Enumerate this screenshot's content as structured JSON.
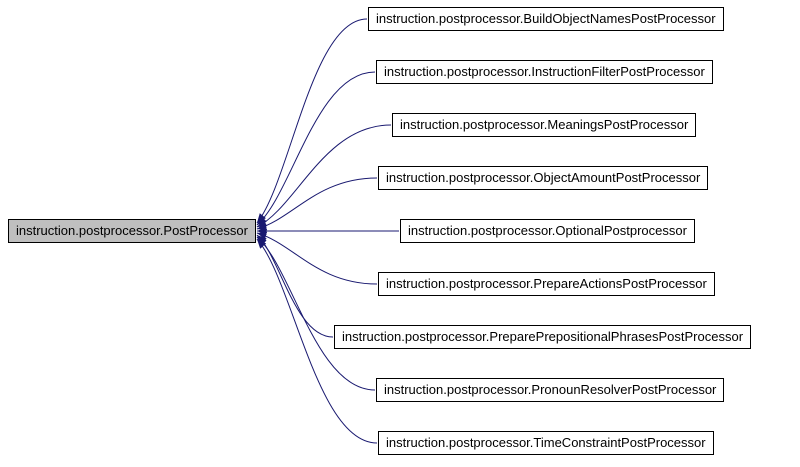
{
  "diagram": {
    "base": {
      "label": "instruction.postprocessor.PostProcessor"
    },
    "derived": [
      {
        "label": "instruction.postprocessor.BuildObjectNamesPostProcessor"
      },
      {
        "label": "instruction.postprocessor.InstructionFilterPostProcessor"
      },
      {
        "label": "instruction.postprocessor.MeaningsPostProcessor"
      },
      {
        "label": "instruction.postprocessor.ObjectAmountPostProcessor"
      },
      {
        "label": "instruction.postprocessor.OptionalPostprocessor"
      },
      {
        "label": "instruction.postprocessor.PrepareActionsPostProcessor"
      },
      {
        "label": "instruction.postprocessor.PreparePrepositionalPhrasesPostProcessor"
      },
      {
        "label": "instruction.postprocessor.PronounResolverPostProcessor"
      },
      {
        "label": "instruction.postprocessor.TimeConstraintPostProcessor"
      }
    ],
    "colors": {
      "edge": "#191970",
      "base_fill": "#bfbfbf",
      "node_fill": "#ffffff",
      "node_border": "#000000"
    }
  }
}
